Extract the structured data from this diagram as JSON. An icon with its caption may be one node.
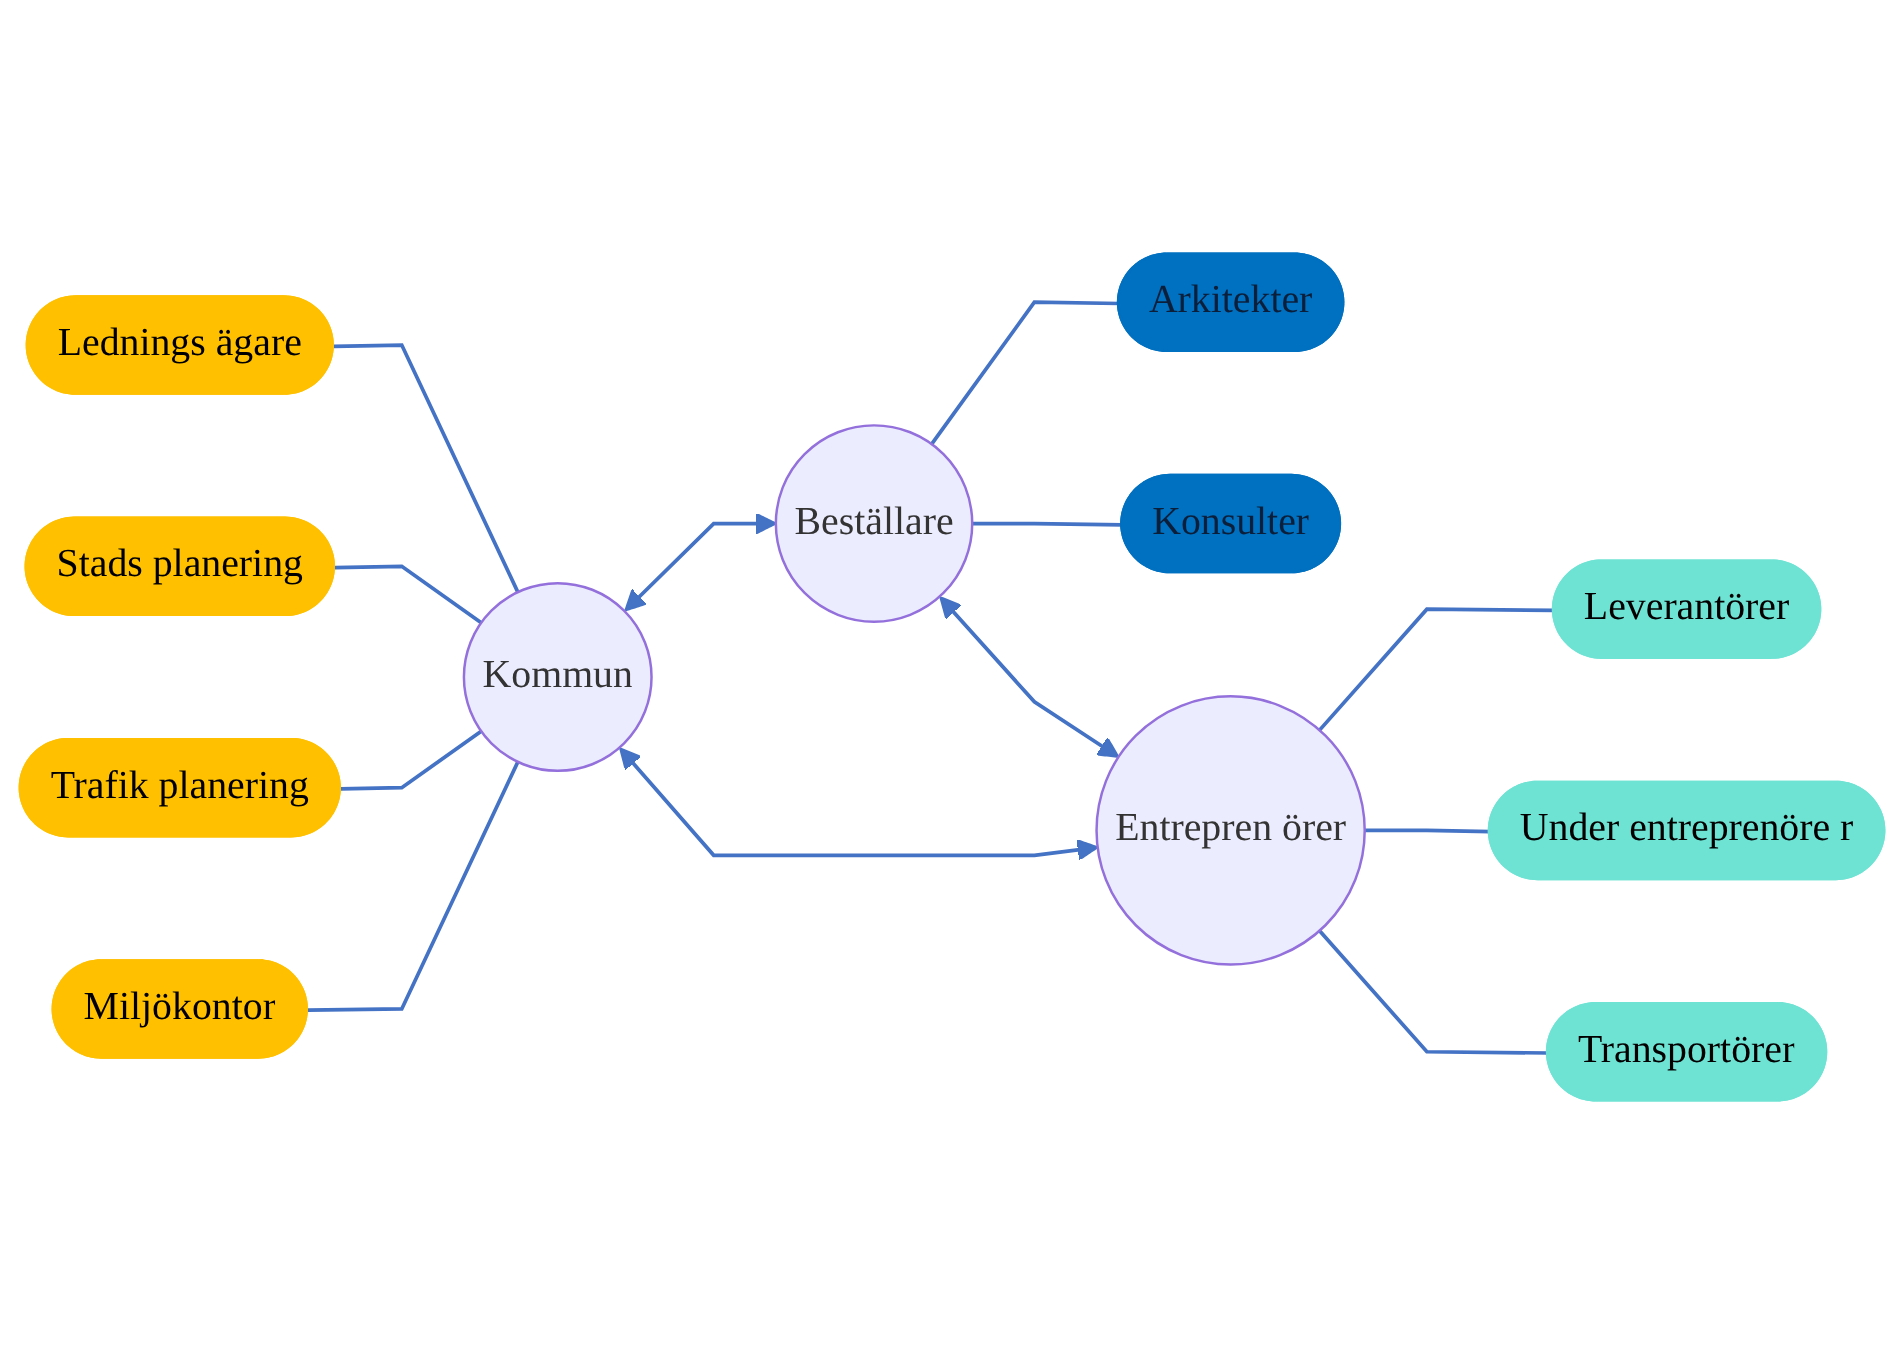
{
  "diagram": {
    "nodes": [
      {
        "text": [
          "Kommun"
        ]
      },
      {
        "text": [
          "Miljökontor"
        ]
      },
      {
        "text": [
          "Trafik planering"
        ]
      },
      {
        "text": [
          "Stads planering"
        ]
      },
      {
        "text": [
          "Lednings ägare"
        ]
      },
      {
        "text": [
          "Beställare"
        ]
      },
      {
        "text": [
          "Arkitekter"
        ]
      },
      {
        "text": [
          "Konsulter"
        ]
      },
      {
        "text": [
          "Entrepren örer"
        ]
      },
      {
        "text": [
          "Leverantörer"
        ]
      },
      {
        "text": [
          "Under entreprenöre r"
        ]
      },
      {
        "text": [
          "Transportörer"
        ]
      }
    ],
    "edges": [
      {
        "from": 1,
        "to": 0,
        "arrow": "none"
      },
      {
        "from": 2,
        "to": 0,
        "arrow": "none"
      },
      {
        "from": 3,
        "to": 0,
        "arrow": "none"
      },
      {
        "from": 4,
        "to": 0,
        "arrow": "none"
      },
      {
        "from": 0,
        "to": 5,
        "arrow": "both"
      },
      {
        "from": 0,
        "to": 8,
        "arrow": "both"
      },
      {
        "from": 5,
        "to": 8,
        "arrow": "both"
      },
      {
        "from": 5,
        "to": 6,
        "arrow": "none"
      },
      {
        "from": 5,
        "to": 7,
        "arrow": "none"
      },
      {
        "from": 8,
        "to": 9,
        "arrow": "none"
      },
      {
        "from": 8,
        "to": 10,
        "arrow": "none"
      },
      {
        "from": 8,
        "to": 11,
        "arrow": "none"
      }
    ]
  }
}
